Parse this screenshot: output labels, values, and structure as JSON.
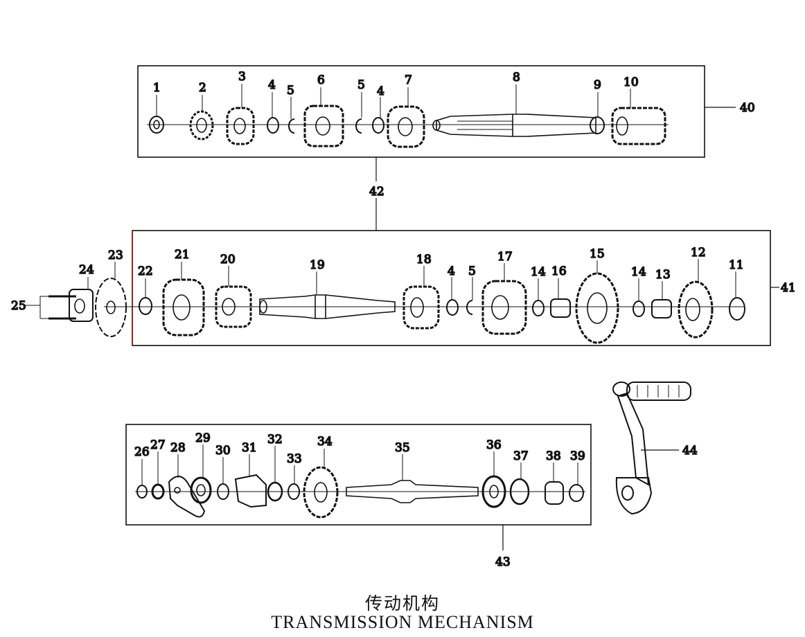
{
  "title_cn": "传动机构",
  "title_en": "TRANSMISSION MECHANISM",
  "callouts": {
    "c1": "1",
    "c2": "2",
    "c3": "3",
    "c4a": "4",
    "c5a": "5",
    "c6": "6",
    "c5b": "5",
    "c4b": "4",
    "c7": "7",
    "c8": "8",
    "c9": "9",
    "c10": "10",
    "c40": "40",
    "c42": "42",
    "c23": "23",
    "c24": "24",
    "c25": "25",
    "c22": "22",
    "c21": "21",
    "c20": "20",
    "c19": "19",
    "c18": "18",
    "c4c": "4",
    "c5c": "5",
    "c17": "17",
    "c14a": "14",
    "c16": "16",
    "c15": "15",
    "c14b": "14",
    "c13": "13",
    "c12": "12",
    "c11": "11",
    "c41": "41",
    "c26": "26",
    "c27": "27",
    "c28": "28",
    "c29": "29",
    "c30": "30",
    "c31": "31",
    "c32": "32",
    "c33": "33",
    "c34": "34",
    "c35": "35",
    "c36": "36",
    "c37": "37",
    "c38": "38",
    "c39": "39",
    "c43": "43",
    "c44": "44"
  },
  "colors": {
    "ink": "#111111",
    "paper": "#ffffff",
    "accent": "#8b1a1a"
  }
}
